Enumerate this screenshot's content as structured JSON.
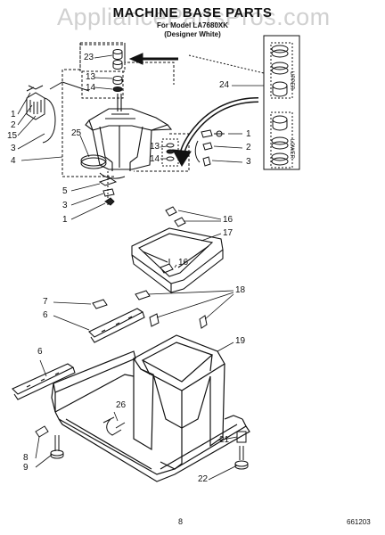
{
  "watermark": "AppliancePartsPros.com",
  "header": {
    "title": "MACHINE BASE PARTS",
    "model": "For Model LA7680XK",
    "color": "(Designer White)"
  },
  "seal_labels": {
    "upper": "UPPER",
    "lower": "LOWER"
  },
  "callouts": {
    "c23": "23",
    "c13a": "13",
    "c14a": "14",
    "c24": "24",
    "c1a": "1",
    "c2a": "2",
    "c15": "15",
    "c3a": "3",
    "c4": "4",
    "c25": "25",
    "c13b": "13",
    "c14b": "14",
    "c1b": "1",
    "c2b": "2",
    "c3b": "3",
    "c5": "5",
    "c3c": "3",
    "c1c": "1",
    "c16a": "16",
    "c17": "17",
    "c16b": "16",
    "c18": "18",
    "c7": "7",
    "c6a": "6",
    "c19": "19",
    "c6b": "6",
    "c26": "26",
    "c21": "21",
    "c8": "8",
    "c9": "9",
    "c22": "22"
  },
  "footer": {
    "page": "8",
    "code": "661203"
  }
}
